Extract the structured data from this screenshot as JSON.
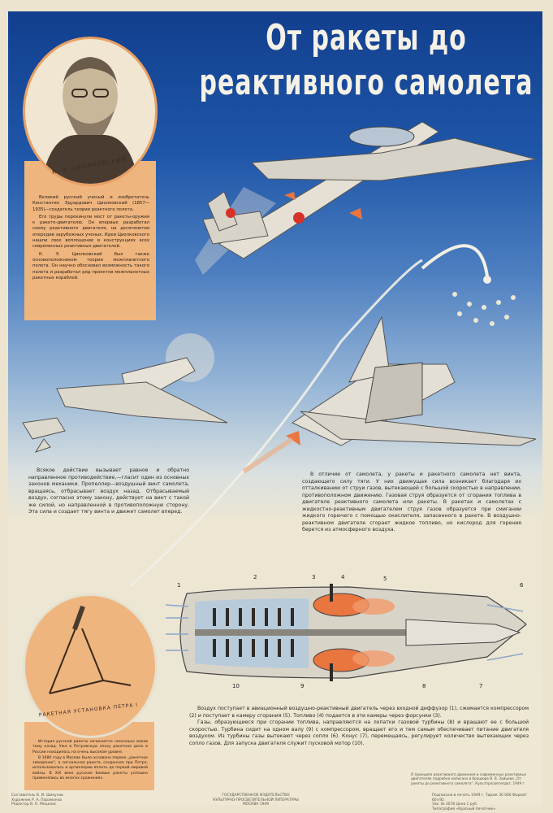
{
  "title": {
    "line1": "От ракеты до",
    "line2": "реактивного самолета"
  },
  "portrait": {
    "name": "К. Э. ЦИОЛКОВСКИЙ",
    "text": [
      "Великий русский ученый и изобретатель Константин Эдуардович Циолковский (1857—1935)—создатель теории реактного полета.",
      "Его труды перекинули мост от ракеты-оружия к ракете-двигателю. Он впервые разработал схему реактивного двигателя, на десятилетия опередив зарубежных ученых. Идеи Циолковского нашли свое воплощение в конструкциях всех современных реактивных двигателей.",
      "К. Э. Циолковский был также основоположником теории межпланетного полета. Он научно обосновал возможность такого полета и разработал ряд проектов межпланетных ракетных кораблей."
    ]
  },
  "text_left": "Всякое действие вызывает равное и обратно направленное противодействие,—гласит один из основных законов механики. Пропеллер—воздушный винт самолета, вращаясь, отбрасывает воздух назад. Отбрасываемый воздух, согласно этому закону, действует на винт с такой же силой, но направленной в противоположную сторону. Эта сила и создает тягу винта и движет самолет вперед.",
  "text_right": "В отличие от самолета, у ракеты и ракетного самолета нет винта, создающего силу тяги. У них движущая сила возникает благодаря их отталкиванию от струи газов, вытекающей с большой скоростью в направлении, противоположном движению. Газовая струя образуется от сгорания топлива в двигателе реактивного самолета или ракеты. В ракетах и самолетах с жидкостно-реактивным двигателем струя газов образуется при смигании жидкого горючего с помощью окислителя, запасенного в ракете. В воздушно-реактивном двигателе сгорает жидкое топливо, но кислород для горения берется из атмосферного воздуха.",
  "engine": {
    "labels": [
      "1",
      "2",
      "3",
      "4",
      "5",
      "6",
      "7",
      "8",
      "9",
      "10"
    ],
    "text": [
      "Воздух поступает в авиационный воздушно-реактивный двигатель через входной диффузор (1), сжимается компрессором (2) и поступает в камеру сгорания (5). Топливо (4) подается в эти камеры через форсунки (3).",
      "Газы, образующиеся при сгорании топлива, направляются на лопатки газовой турбины (8) и вращают ее с большой скоростью. Турбина сидит на одном валу (9) с компрессором, вращает его и тем самым обеспечивает питание двигателя воздухом. Из турбины газы вытекают через сопло (6). Конус (7), перемещаясь, регулирует количество вытекающих через сопло газов. Для запуска двигателя служит пусковой мотор (10)."
    ]
  },
  "rocket": {
    "caption": "РАКЕТНАЯ УСТАНОВКА ПЕТРА I",
    "text": [
      "История русской ракеты начинается несколько веков тому назад. Уже в Петровскую эпоху ракетное дело в России находилось на очень высоком уровне.",
      "В 1680 году в Москве было основано первое „ракетное заведение“, а сигнальная ракета, созданная при Петре, использовалась в артиллерии вплоть до первой мировой войны. В XIX веке русские боевые ракеты успешно применялись во многих сражениях."
    ]
  },
  "footer": {
    "left": "Составитель В. И. Шикунов\nХудожник Р. А. Парамонов\nРедактор В. Н. Мецилис",
    "center": "ГОСУДАРСТВЕННОЕ ИЗДАТЕЛЬСТВО\nКУЛЬТУРНО-ПРОСВЕТИТЕЛЬНОЙ ЛИТЕРАТУРЫ\nМОСКВА 1949",
    "right": "Подписано в печать 1949 г.  Тираж 30 000  Формат 60×92\nЗак. № 3078  Цена 1 руб.\nТипография «Красный печатник»",
    "note": "О принципе реактивного движения и современных реактивных двигателях подробно написано в брошюре В. В. Зайцева „От ракеты до реактивного самолета“. Культпросветиздат, 1949 г."
  },
  "colors": {
    "sky_top": "#123f8e",
    "panel": "#efb57e",
    "paper": "#ece6d3",
    "flame": "#e9753f"
  }
}
